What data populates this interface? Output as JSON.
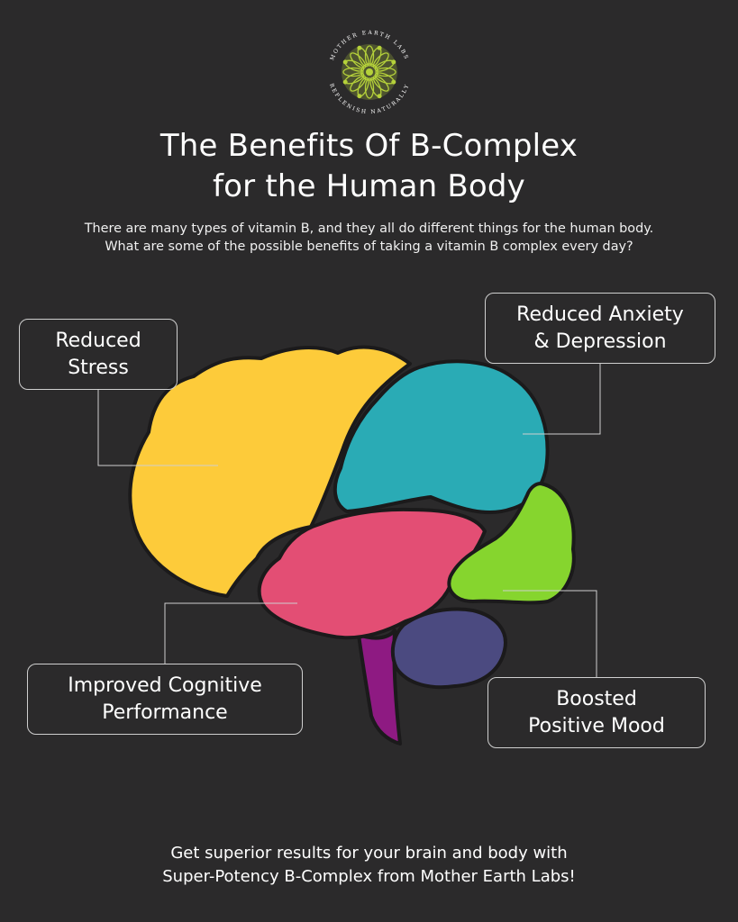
{
  "logo": {
    "icon": "mandala-icon",
    "ring_text_top": "MOTHER EARTH LABS",
    "ring_text_bottom": "REPLENISH NATURALLY",
    "colors": {
      "mandala": "#b5d13a",
      "ring_text": "#ffffff"
    }
  },
  "title": {
    "line1": "The Benefits Of B-Complex",
    "line2": "for the Human Body"
  },
  "intro": {
    "line1": "There are many types of vitamin B, and they all do different things for the human body.",
    "line2": "What are some of the possible benefits of taking a vitamin B complex every day?"
  },
  "labels": {
    "stress": {
      "line1": "Reduced",
      "line2": "Stress"
    },
    "anxiety": {
      "line1": "Reduced Anxiety",
      "line2": "& Depression"
    },
    "cognitive": {
      "line1": "Improved Cognitive",
      "line2": "Performance"
    },
    "mood": {
      "line1": "Boosted",
      "line2": "Positive Mood"
    }
  },
  "brain_colors": {
    "frontal": "#fdcb3a",
    "parietal": "#2aabb5",
    "temporal": "#e34e74",
    "occipital": "#86d52e",
    "cerebellum": "#4b4a80",
    "brainstem": "#8e1a82"
  },
  "footer": {
    "line1": "Get superior results for your brain and body with",
    "line2": "Super-Potency B-Complex from Mother Earth Labs!"
  }
}
